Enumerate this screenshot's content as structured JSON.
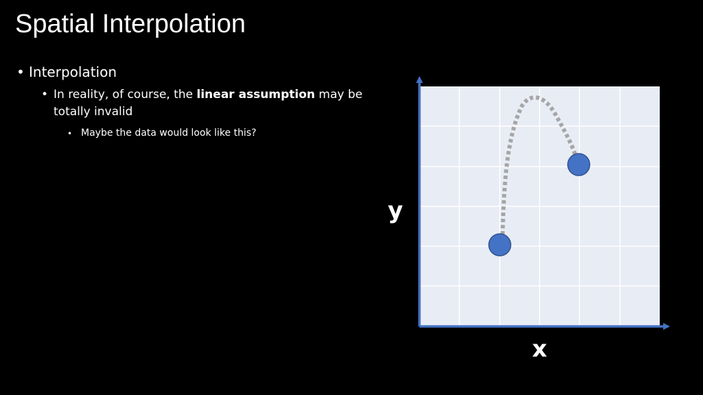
{
  "slide": {
    "title": "Spatial Interpolation",
    "bullet_1": "Interpolation",
    "bullet_2": {
      "pre": "In reality, of course, the ",
      "bold": "linear assumption",
      "post": " may be totally invalid"
    },
    "bullet_3": "Maybe the data would look like this?",
    "bullet_glyph": "•"
  },
  "diagram": {
    "x_label": "x",
    "y_label": "y",
    "colors": {
      "plot_background": "#E8ECF5",
      "grid_lines": "#FFFFFF",
      "axes": "#4472C4",
      "points": "#4472C4",
      "point_outline": "#2F528F",
      "curve": "#A6A6A6"
    }
  }
}
